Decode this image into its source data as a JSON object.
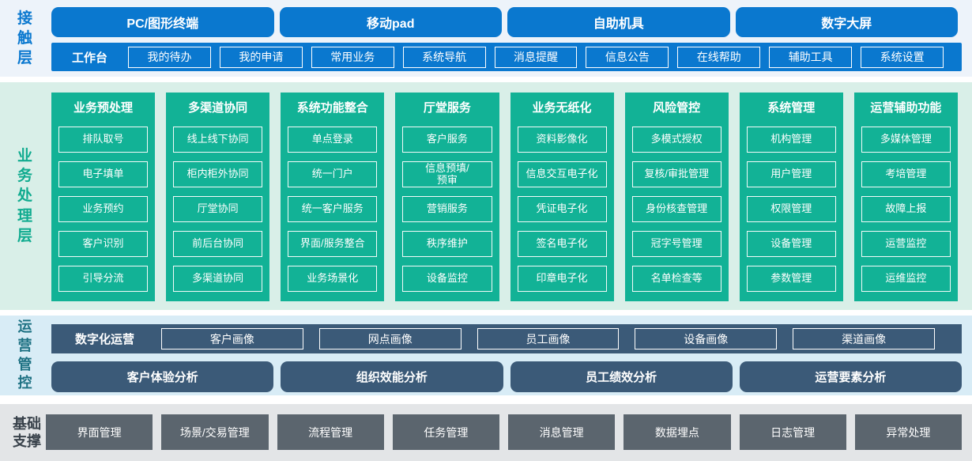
{
  "colors": {
    "accent_blue": "#0a78cf",
    "accent_green": "#12b296",
    "accent_slate": "#3b5a78",
    "accent_gray": "#5b656e",
    "bg_contact": "#edf3fa",
    "bg_business": "#d9efe8",
    "bg_operations": "#d8ecf6",
    "bg_foundation": "#e3e5e7"
  },
  "contact": {
    "label": "接触层",
    "terminals": [
      "PC/图形终端",
      "移动pad",
      "自助机具",
      "数字大屏"
    ],
    "workbench": {
      "label": "工作台",
      "items": [
        "我的待办",
        "我的申请",
        "常用业务",
        "系统导航",
        "消息提醒",
        "信息公告",
        "在线帮助",
        "辅助工具",
        "系统设置"
      ]
    }
  },
  "business": {
    "label": "业务处理层",
    "columns": [
      {
        "title": "业务预处理",
        "items": [
          "排队取号",
          "电子填单",
          "业务预约",
          "客户识别",
          "引导分流"
        ]
      },
      {
        "title": "多渠道协同",
        "items": [
          "线上线下协同",
          "柜内柜外协同",
          "厅堂协同",
          "前后台协同",
          "多渠道协同"
        ]
      },
      {
        "title": "系统功能整合",
        "items": [
          "单点登录",
          "统一门户",
          "统一客户服务",
          "界面/服务整合",
          "业务场景化"
        ]
      },
      {
        "title": "厅堂服务",
        "items": [
          "客户服务",
          "信息预填/\n预审",
          "营销服务",
          "秩序维护",
          "设备监控"
        ]
      },
      {
        "title": "业务无纸化",
        "items": [
          "资料影像化",
          "信息交互电子化",
          "凭证电子化",
          "签名电子化",
          "印章电子化"
        ]
      },
      {
        "title": "风险管控",
        "items": [
          "多模式授权",
          "复核/审批管理",
          "身份核查管理",
          "冠字号管理",
          "名单检查等"
        ]
      },
      {
        "title": "系统管理",
        "items": [
          "机构管理",
          "用户管理",
          "权限管理",
          "设备管理",
          "参数管理"
        ]
      },
      {
        "title": "运营辅助功能",
        "items": [
          "多媒体管理",
          "考培管理",
          "故障上报",
          "运营监控",
          "运维监控"
        ]
      }
    ]
  },
  "operations": {
    "label": "运营管控",
    "digital": {
      "label": "数字化运营",
      "items": [
        "客户画像",
        "网点画像",
        "员工画像",
        "设备画像",
        "渠道画像"
      ]
    },
    "analysis": [
      "客户体验分析",
      "组织效能分析",
      "员工绩效分析",
      "运营要素分析"
    ]
  },
  "foundation": {
    "label": "基础支撑",
    "items": [
      "界面管理",
      "场景/交易管理",
      "流程管理",
      "任务管理",
      "消息管理",
      "数据埋点",
      "日志管理",
      "异常处理"
    ]
  }
}
